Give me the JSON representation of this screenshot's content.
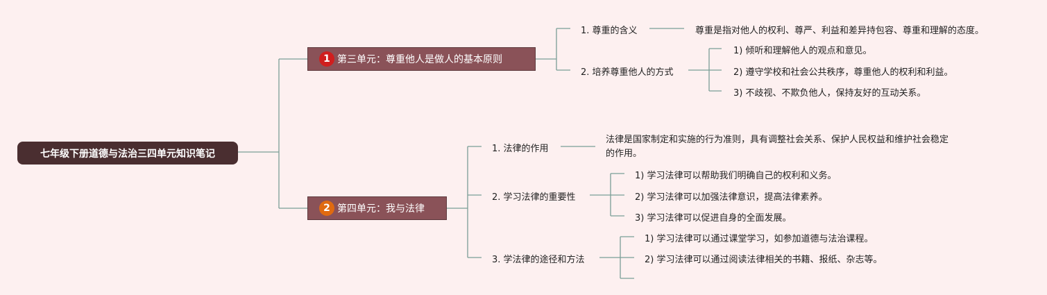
{
  "root": {
    "label": "七年级下册道德与法治三四单元知识笔记"
  },
  "colors": {
    "background": "#fdf0f0",
    "root": "#4a2e30",
    "unit": "#8a5258",
    "badge1": "#d01e1e",
    "badge2": "#e06a10",
    "line": "#7a9e96"
  },
  "units": [
    {
      "badge": "1",
      "title": "第三单元：尊重他人是做人的基本原则",
      "topics": [
        {
          "label": "1. 尊重的含义",
          "detail": "尊重是指对他人的权利、尊严、利益和差异持包容、尊重和理解的态度。"
        },
        {
          "label": "2. 培养尊重他人的方式",
          "items": [
            "1) 倾听和理解他人的观点和意见。",
            "2) 遵守学校和社会公共秩序，尊重他人的权利和利益。",
            "3) 不歧视、不欺负他人，保持友好的互动关系。"
          ]
        }
      ]
    },
    {
      "badge": "2",
      "title": "第四单元：我与法律",
      "topics": [
        {
          "label": "1. 法律的作用",
          "detail": "法律是国家制定和实施的行为准则，具有调整社会关系、保护人民权益和维护社会稳定的作用。"
        },
        {
          "label": "2. 学习法律的重要性",
          "items": [
            "1) 学习法律可以帮助我们明确自己的权利和义务。",
            "2) 学习法律可以加强法律意识，提高法律素养。",
            "3) 学习法律可以促进自身的全面发展。"
          ]
        },
        {
          "label": "3. 学法律的途径和方法",
          "items": [
            "1) 学习法律可以通过课堂学习，如参加道德与法治课程。",
            "2) 学习法律可以通过阅读法律相关的书籍、报纸、杂志等。",
            ""
          ]
        }
      ]
    }
  ]
}
